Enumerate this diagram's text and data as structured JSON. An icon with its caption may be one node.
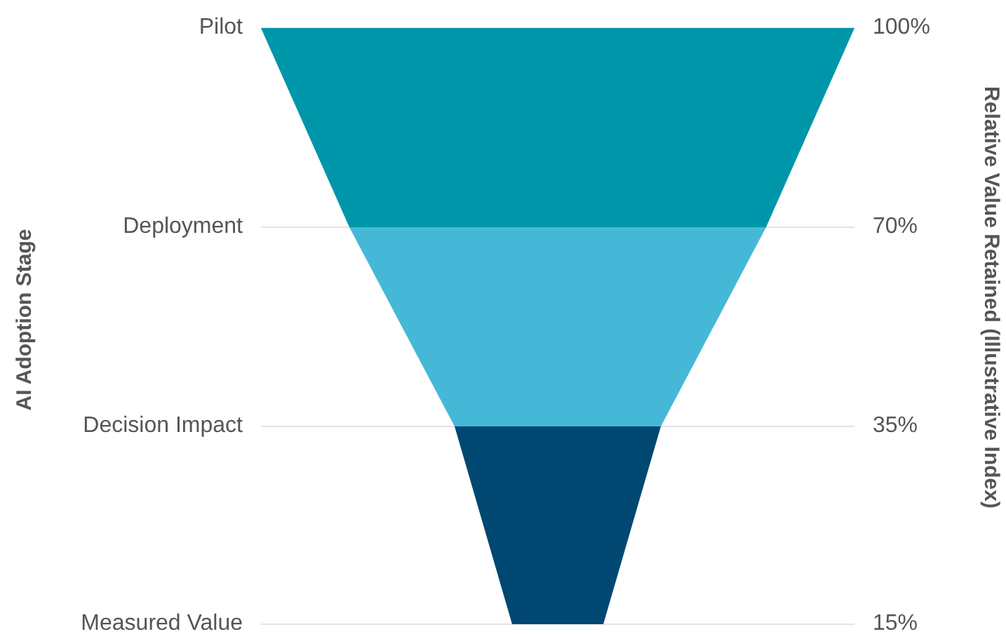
{
  "diagram": {
    "nodes": [
      {
        "text": [],
        "shape": "trapezoid"
      },
      {
        "text": [],
        "shape": "trapezoid"
      },
      {
        "text": [],
        "shape": "trapezoid"
      }
    ],
    "labels": [
      "AI Adoption Stage",
      "Pilot",
      "100%",
      "Deployment",
      "70%",
      "Decision Impact",
      "35%",
      "Measured Value",
      "15%",
      "Relative Value Retained (Illustrative Index)"
    ]
  }
}
